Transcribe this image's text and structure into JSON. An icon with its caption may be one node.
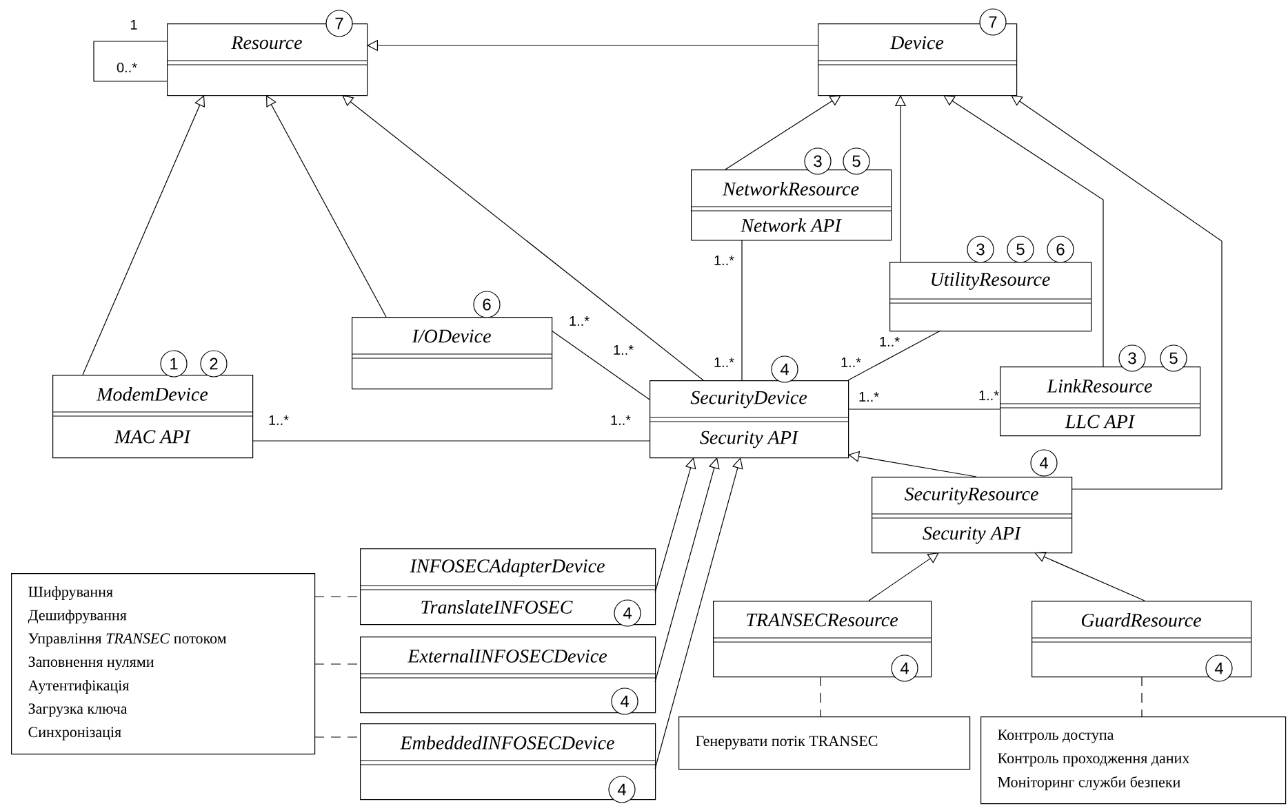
{
  "diagram": {
    "nodes": [
      {
        "text": [
          "Resource"
        ],
        "beside": [
          "7"
        ]
      },
      {
        "text": [
          "Device"
        ],
        "beside": [
          "7"
        ]
      },
      {
        "text": [
          "NetworkResource",
          "Network API"
        ],
        "beside": [
          "3",
          "5"
        ]
      },
      {
        "text": [
          "UtilityResource"
        ],
        "beside": [
          "3",
          "5",
          "6"
        ]
      },
      {
        "text": [
          "I/ODevice"
        ],
        "beside": [
          "6"
        ]
      },
      {
        "text": [
          "ModemDevice",
          "MAC API"
        ],
        "beside": [
          "1",
          "2"
        ]
      },
      {
        "text": [
          "SecurityDevice",
          "Security API"
        ],
        "beside": [
          "4"
        ]
      },
      {
        "text": [
          "LinkResource",
          "LLC API"
        ],
        "beside": [
          "3",
          "5"
        ]
      },
      {
        "text": [
          "SecurityResource",
          "Security API"
        ],
        "beside": [
          "4"
        ]
      },
      {
        "text": [
          "INFOSECAdapterDevice",
          "TranslateINFOSEC",
          "4"
        ]
      },
      {
        "text": [
          "ExternalINFOSECDevice",
          "4"
        ]
      },
      {
        "text": [
          "EmbeddedINFOSECDevice",
          "4"
        ]
      },
      {
        "text": [
          "TRANSECResource",
          "4"
        ]
      },
      {
        "text": [
          "GuardResource",
          "4"
        ]
      },
      {
        "text": [
          "Шифрування",
          "Дешифрування",
          "Управління *TRANSEC* потоком",
          "Заповнення нулями",
          "Аутентифікація",
          "Загрузка ключа",
          "Синхронізація"
        ]
      },
      {
        "text": [
          "Генерувати потік TRANSEC"
        ]
      },
      {
        "text": [
          "Контроль доступа",
          "Контроль проходження даних",
          "Моніторинг служби безпеки"
        ]
      }
    ],
    "edges": [
      {
        "from": 0,
        "to": 0,
        "arrow": "none"
      },
      {
        "from": 1,
        "to": 0,
        "arrow": "to"
      },
      {
        "from": 5,
        "to": 0,
        "arrow": "to"
      },
      {
        "from": 4,
        "to": 0,
        "arrow": "to"
      },
      {
        "from": 6,
        "to": 0,
        "arrow": "to"
      },
      {
        "from": 2,
        "to": 1,
        "arrow": "to"
      },
      {
        "from": 3,
        "to": 1,
        "arrow": "to"
      },
      {
        "from": 7,
        "to": 1,
        "arrow": "to"
      },
      {
        "from": 8,
        "to": 1,
        "arrow": "to"
      },
      {
        "from": 5,
        "to": 6,
        "arrow": "none"
      },
      {
        "from": 4,
        "to": 6,
        "arrow": "none"
      },
      {
        "from": 2,
        "to": 6,
        "arrow": "none"
      },
      {
        "from": 3,
        "to": 6,
        "arrow": "none"
      },
      {
        "from": 6,
        "to": 7,
        "arrow": "none"
      },
      {
        "from": 8,
        "to": 6,
        "arrow": "to"
      },
      {
        "from": 9,
        "to": 6,
        "arrow": "to"
      },
      {
        "from": 10,
        "to": 6,
        "arrow": "to"
      },
      {
        "from": 11,
        "to": 6,
        "arrow": "to"
      },
      {
        "from": 12,
        "to": 8,
        "arrow": "to"
      },
      {
        "from": 13,
        "to": 8,
        "arrow": "to"
      },
      {
        "from": 14,
        "to": 9,
        "arrow": "none",
        "style": "dashed"
      },
      {
        "from": 14,
        "to": 10,
        "arrow": "none",
        "style": "dashed"
      },
      {
        "from": 14,
        "to": 11,
        "arrow": "none",
        "style": "dashed"
      },
      {
        "from": 12,
        "to": 15,
        "arrow": "none",
        "style": "dashed"
      },
      {
        "from": 13,
        "to": 16,
        "arrow": "none",
        "style": "dashed"
      }
    ],
    "labels": [
      "1",
      "0..*",
      "1..*",
      "1..*",
      "1..*",
      "1..*",
      "1..*",
      "1..*",
      "1..*",
      "1..*",
      "1..*",
      "1..*"
    ]
  }
}
